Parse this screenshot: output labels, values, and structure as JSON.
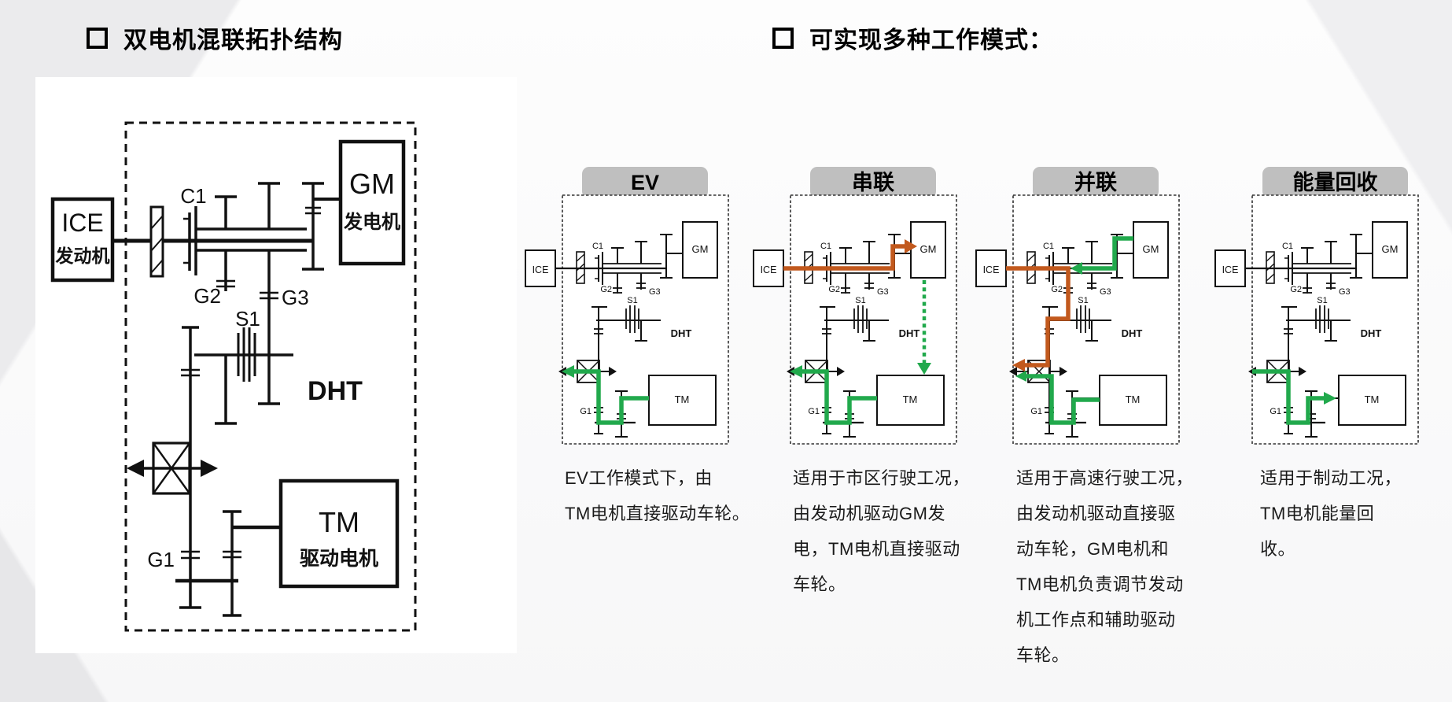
{
  "slide": {
    "left_title": "双电机混联拓扑结构",
    "right_title": "可实现多种工作模式："
  },
  "schematic": {
    "ice_abbr": "ICE",
    "ice_name": "发动机",
    "gm_abbr": "GM",
    "gm_name": "发电机",
    "tm_abbr": "TM",
    "tm_name": "驱动电机",
    "dht": "DHT",
    "c1": "C1",
    "g1": "G1",
    "g2": "G2",
    "g3": "G3",
    "s1": "S1"
  },
  "modes": [
    {
      "id": "ev",
      "label": "EV",
      "caption": "EV工作模式下，由\nTM电机直接驱动车轮。",
      "flows": [
        {
          "color": "green",
          "style": "solid",
          "path": "tm-to-wheels"
        }
      ]
    },
    {
      "id": "series",
      "label": "串联",
      "caption": "适用于市区行驶工况，\n由发动机驱动GM发\n电，TM电机直接驱动\n车轮。",
      "flows": [
        {
          "color": "orange",
          "style": "solid",
          "path": "ice-to-gm"
        },
        {
          "color": "green",
          "style": "dashed",
          "path": "gm-to-tm"
        },
        {
          "color": "green",
          "style": "solid",
          "path": "tm-to-wheels"
        }
      ]
    },
    {
      "id": "parallel",
      "label": "并联",
      "caption": "适用于高速行驶工况，\n由发动机驱动直接驱\n动车轮，GM电机和\nTM电机负责调节发动\n机工作点和辅助驱动\n车轮。",
      "flows": [
        {
          "color": "orange",
          "style": "solid",
          "path": "ice-to-wheels"
        },
        {
          "color": "green",
          "style": "solid",
          "path": "gm-to-input-shaft"
        },
        {
          "color": "green",
          "style": "solid",
          "path": "tm-to-wheels"
        }
      ]
    },
    {
      "id": "regen",
      "label": "能量回收",
      "caption": "适用于制动工况，\nTM电机能量回\n收。",
      "flows": [
        {
          "color": "green",
          "style": "solid",
          "path": "wheels-to-tm"
        }
      ]
    }
  ],
  "colors": {
    "flow_green": "#21A94C",
    "flow_orange": "#C2591D",
    "mode_label_bg": "#BFBFBF",
    "line_black": "#111111"
  }
}
